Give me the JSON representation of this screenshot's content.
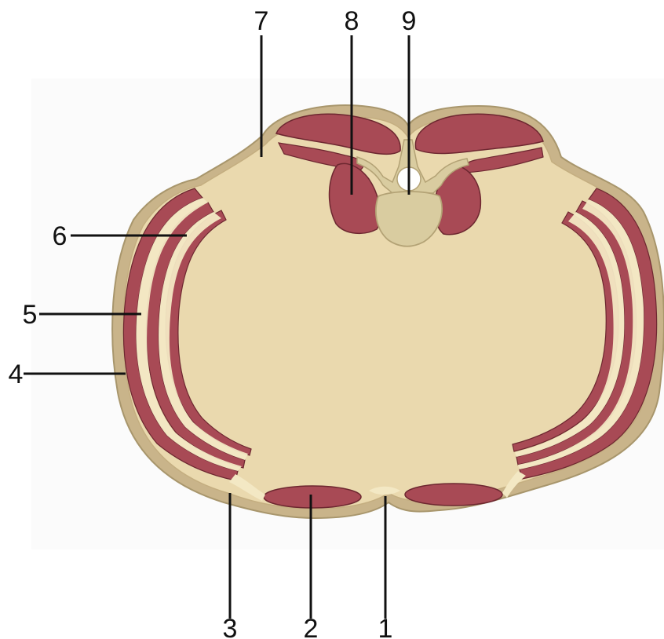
{
  "labels": {
    "l1": "1",
    "l2": "2",
    "l3": "3",
    "l4": "4",
    "l5": "5",
    "l6": "6",
    "l7": "7",
    "l8": "8",
    "l9": "9"
  },
  "colors": {
    "fascia_outer": "#c9b48a",
    "fascia_inner": "#f3e8c4",
    "muscle": "#a84a55",
    "muscle_outline": "#6d2730",
    "bone": "#d9cca0",
    "bone_outline": "#b3a275",
    "leader": "#111111"
  }
}
